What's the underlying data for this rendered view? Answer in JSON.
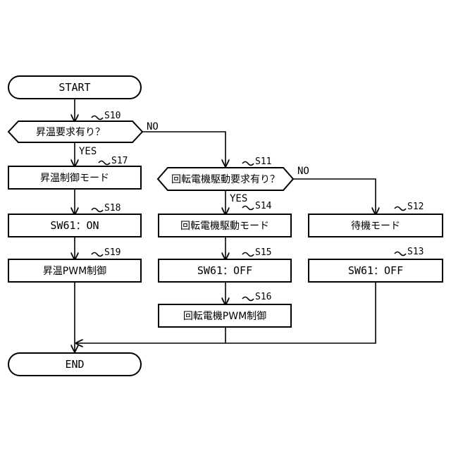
{
  "terminals": {
    "start": "START",
    "end": "END"
  },
  "decisions": {
    "s10": {
      "step": "S10",
      "text": "昇温要求有り？"
    },
    "s11": {
      "step": "S11",
      "text": "回転電機駆動要求有り？"
    }
  },
  "processes": {
    "s17": {
      "step": "S17",
      "text": "昇温制御モード"
    },
    "s18": {
      "step": "S18",
      "text": "SW61：ON"
    },
    "s19": {
      "step": "S19",
      "text": "昇温PWM制御"
    },
    "s14": {
      "step": "S14",
      "text": "回転電機駆動モード"
    },
    "s15": {
      "step": "S15",
      "text": "SW61：OFF"
    },
    "s16": {
      "step": "S16",
      "text": "回転電機PWM制御"
    },
    "s12": {
      "step": "S12",
      "text": "待機モード"
    },
    "s13": {
      "step": "S13",
      "text": "SW61：OFF"
    }
  },
  "branch_labels": {
    "s10_yes": "YES",
    "s10_no": "NO",
    "s11_yes": "YES",
    "s11_no": "NO"
  }
}
